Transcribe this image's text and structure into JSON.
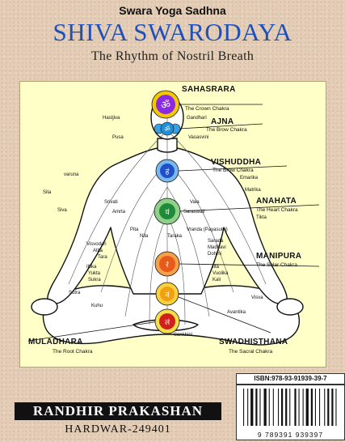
{
  "cover": {
    "series": "Swara Yoga Sadhna",
    "title": "SHIVA SWARODAYA",
    "subtitle": "The Rhythm of Nostril Breath"
  },
  "chakras": [
    {
      "id": "sahasrara",
      "name": "SAHASRARA",
      "subtitle": "The Crown Chakra",
      "color": "#8a2be2",
      "symbol": "ॐ"
    },
    {
      "id": "ajna",
      "name": "AJNA",
      "subtitle": "The Brow Chakra",
      "color": "#3aa0e0",
      "symbol": "ॐ"
    },
    {
      "id": "vishuddha",
      "name": "VISHUDDHA",
      "subtitle": "The Brow Chakra",
      "color": "#1f50c8",
      "symbol": "हं"
    },
    {
      "id": "anahata",
      "name": "ANAHATA",
      "subtitle": "The Heart Chakra",
      "color": "#1e8a3a",
      "symbol": "यं"
    },
    {
      "id": "manipura",
      "name": "MANIPURA",
      "subtitle": "The Solar Chakra",
      "color": "#e85a1a",
      "symbol": "रं"
    },
    {
      "id": "swadhisthana",
      "name": "SWADHISTHANA",
      "subtitle": "The Sacral Chakra",
      "color": "#f0a010",
      "symbol": "वं"
    },
    {
      "id": "muladhara",
      "name": "MULADHARA",
      "subtitle": "The Root Chakra",
      "color": "#d0201a",
      "symbol": "लं"
    }
  ],
  "nadis": {
    "hastijiva": "Hastjiva",
    "gandhari": "Gandhari",
    "pusa": "Pusa",
    "vasasvini": "Vasasvini",
    "emarika": "Emarika",
    "varuna": "varuna",
    "matrika": "Matrika",
    "sita": "Sita",
    "srivati": "Srivati",
    "vala": "Vala",
    "siva": "Siva",
    "amrta": "Amrta",
    "saraswati": "Saraswati",
    "tikta": "Tikta",
    "pita": "Pita",
    "nila": "Nila",
    "taraka": "Taraka",
    "vranda": "Vranda (Payasuini)",
    "visvodari": "Visvodari",
    "atita": "Atita",
    "tara": "Tara",
    "sarada": "Sarada",
    "madhavi": "Madhavi",
    "dohini": "Dohini",
    "iltika": "Iltika",
    "yukta": "Yukta",
    "sukra": "Sukra",
    "ilta": "Ilta",
    "vuolika": "Vuolika",
    "kali": "Kali",
    "sutra": "Sutra",
    "visva": "Visva",
    "kuhu": "Kuhu",
    "avantika": "Avantika",
    "sankhini": "Sankhini"
  },
  "back": {
    "isbn": "ISBN:978-93-91939-39-7",
    "barcode_digits": "9 789391 939397",
    "publisher": "RANDHIR PRAKASHAN",
    "city": "HARDWAR-249401"
  }
}
